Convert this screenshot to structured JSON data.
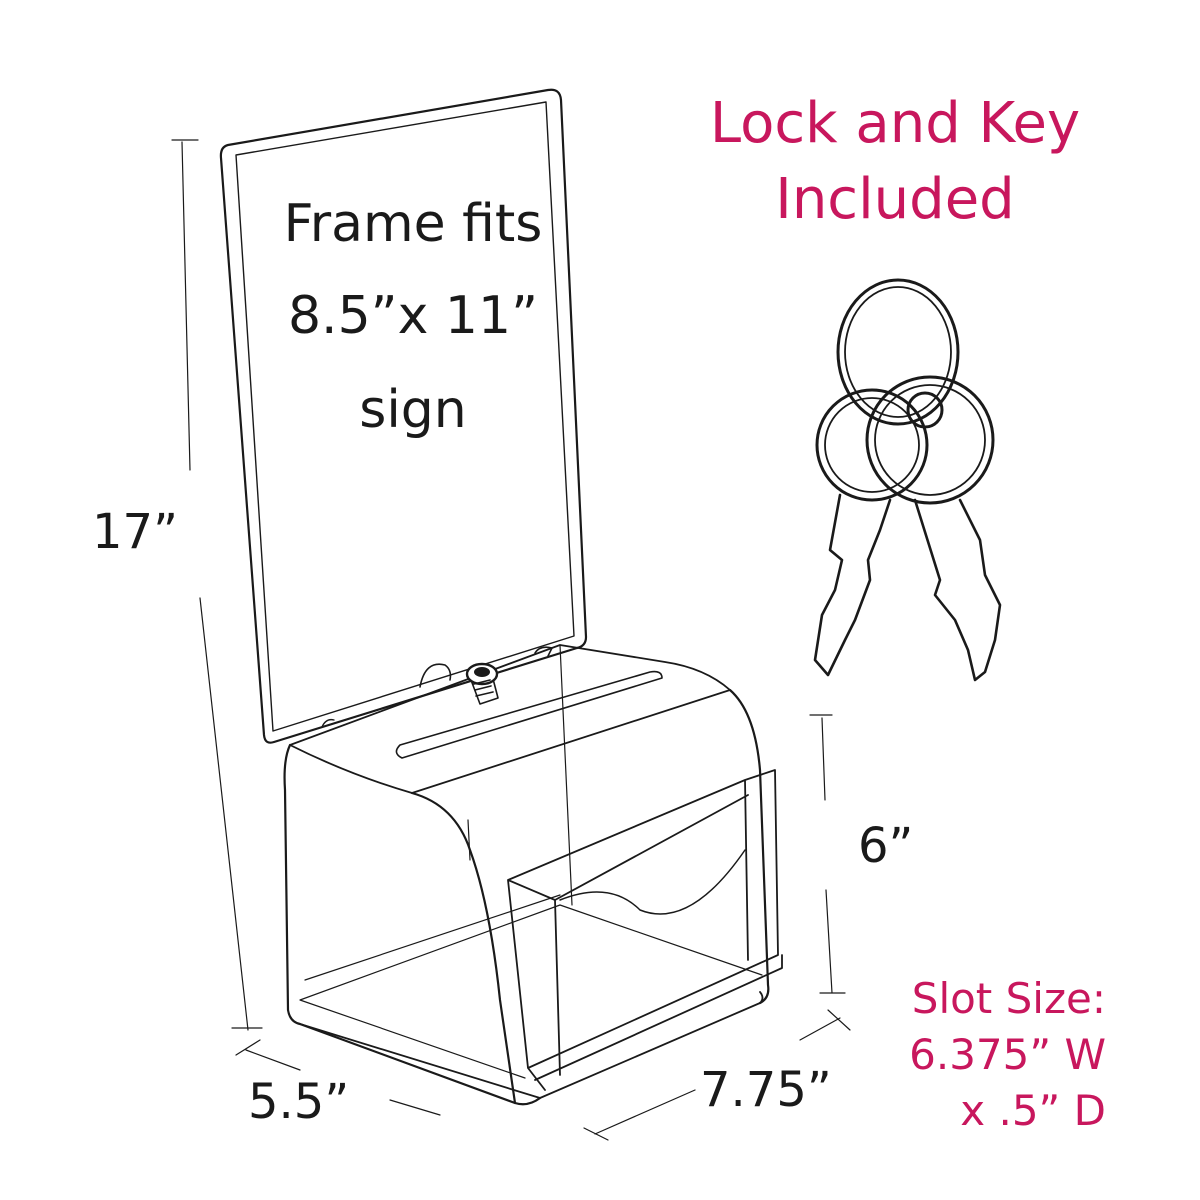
{
  "headline": {
    "line1": "Lock and Key",
    "line2": "Included"
  },
  "frame_label": {
    "line1": "Frame fits",
    "line2": "8.5”x 11”",
    "line3": "sign"
  },
  "dimensions": {
    "height": "17”",
    "box_height": "6”",
    "depth": "5.5”",
    "width": "7.75”"
  },
  "slot_size": {
    "line1": "Slot Size:",
    "line2": "6.375” W",
    "line3": "x .5” D"
  },
  "colors": {
    "accent": "#c8175d",
    "line": "#1a1a1a"
  }
}
